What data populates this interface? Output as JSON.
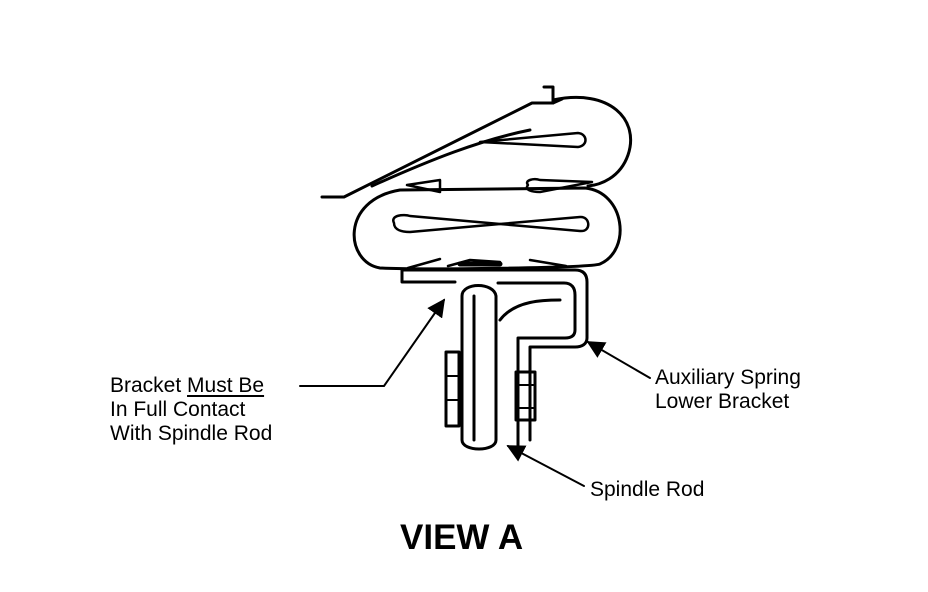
{
  "labels": {
    "bracket_contact": {
      "line1_prefix": "Bracket ",
      "line1_emphasis": "Must Be",
      "line2": "In Full Contact",
      "line3": "With Spindle Rod"
    },
    "auxiliary_spring": {
      "line1": "Auxiliary Spring",
      "line2": "Lower Bracket"
    },
    "spindle_rod": "Spindle Rod"
  },
  "title": "VIEW A",
  "colors": {
    "ink": "#000000",
    "paper": "#ffffff"
  }
}
